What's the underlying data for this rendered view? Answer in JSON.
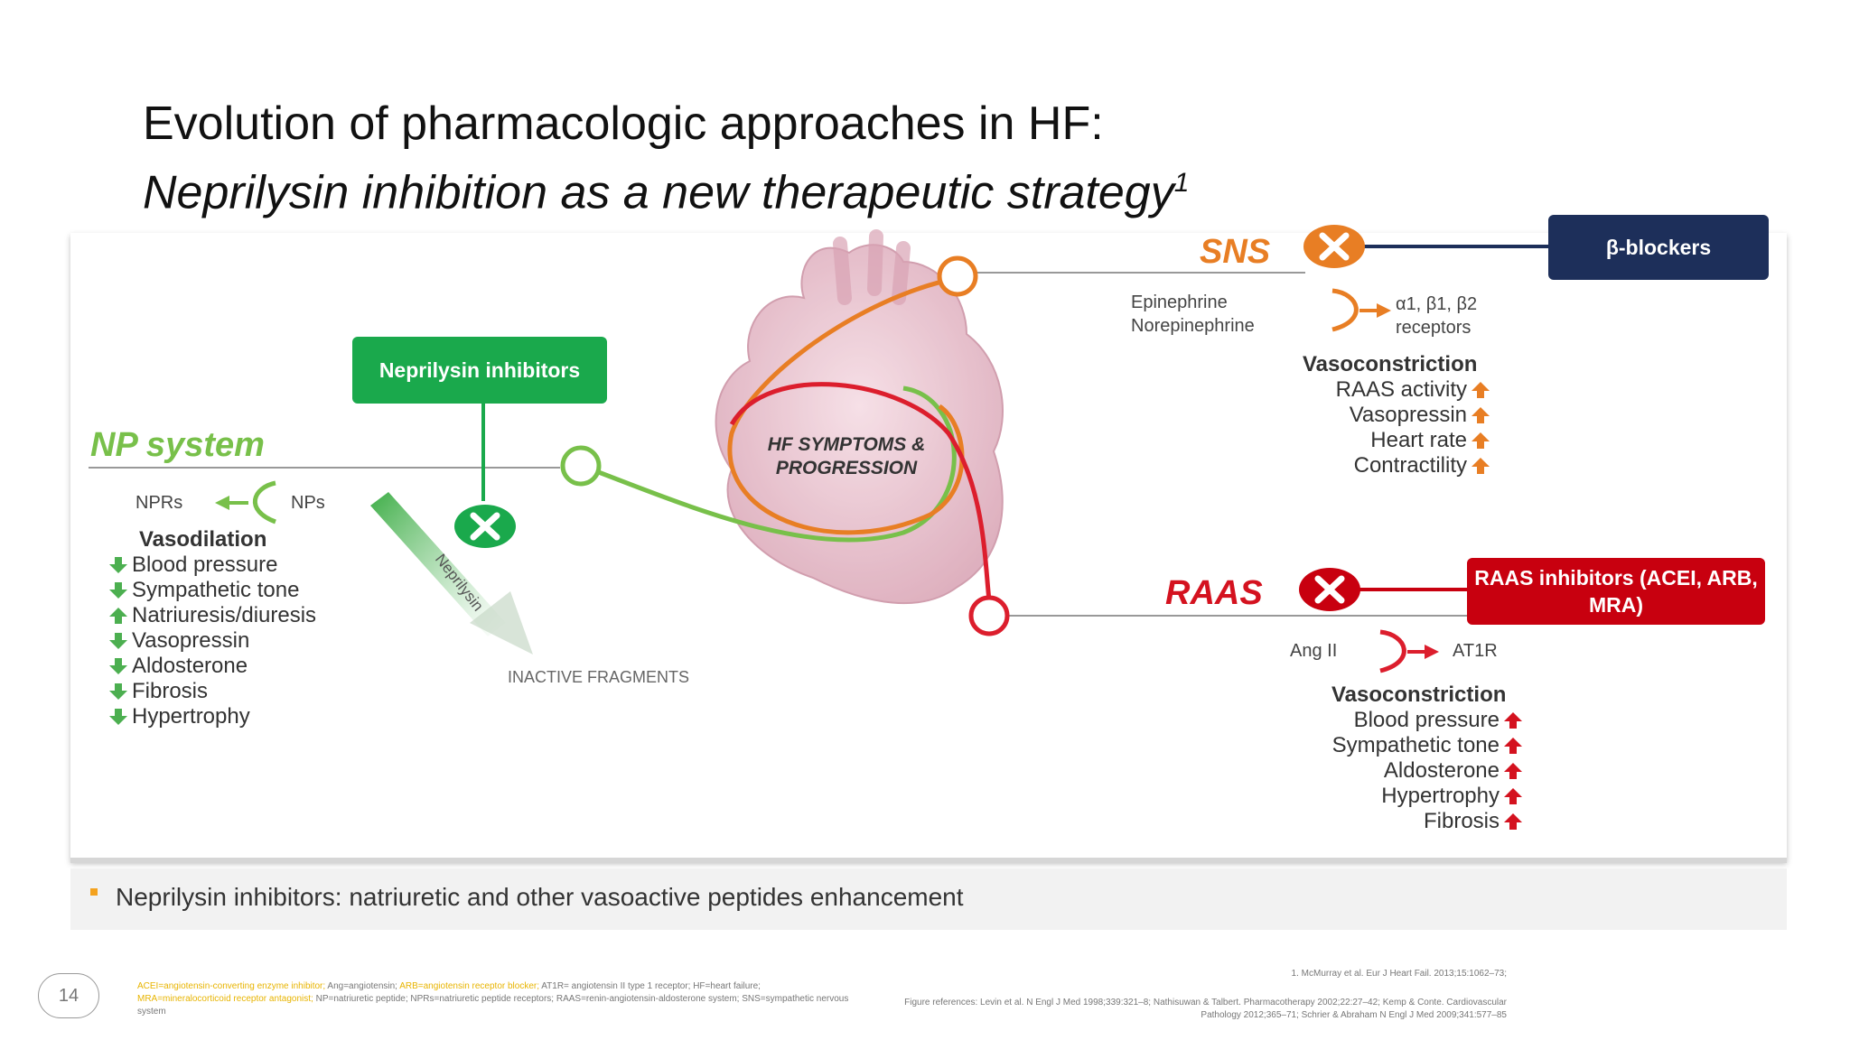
{
  "slide": {
    "title_line1": "Evolution of pharmacologic approaches in HF:",
    "title_line2": "Neprilysin inhibition as a new therapeutic strategy",
    "title_sup": "1",
    "page_number": "14"
  },
  "colors": {
    "green": "#4caf50",
    "green_box": "#1aa94c",
    "orange": "#e87e24",
    "red": "#d4121f",
    "navy": "#1d2f5a",
    "raas_box": "#c8000f"
  },
  "np_system": {
    "name": "NP system",
    "npr_label": "NPRs",
    "np_label": "NPs",
    "heading": "Vasodilation",
    "effects": [
      {
        "text": "Blood pressure",
        "dir": "down"
      },
      {
        "text": "Sympathetic tone",
        "dir": "down"
      },
      {
        "text": "Natriuresis/diuresis",
        "dir": "up"
      },
      {
        "text": "Vasopressin",
        "dir": "down"
      },
      {
        "text": "Aldosterone",
        "dir": "down"
      },
      {
        "text": "Fibrosis",
        "dir": "down"
      },
      {
        "text": "Hypertrophy",
        "dir": "down"
      }
    ]
  },
  "neprilysin": {
    "box_label": "Neprilysin inhibitors",
    "enzyme_label": "Neprilysin",
    "fragments_label": "INACTIVE FRAGMENTS"
  },
  "heart": {
    "label": "HF SYMPTOMS & PROGRESSION"
  },
  "sns": {
    "name": "SNS",
    "ligands": [
      "Epinephrine",
      "Norepinephrine"
    ],
    "receptor_line1": "α1, β1, β2",
    "receptor_line2": "receptors",
    "blocker": "β-blockers",
    "heading": "Vasoconstriction",
    "effects": [
      {
        "text": "RAAS activity",
        "dir": "up"
      },
      {
        "text": "Vasopressin",
        "dir": "up"
      },
      {
        "text": "Heart rate",
        "dir": "up"
      },
      {
        "text": "Contractility",
        "dir": "up"
      }
    ]
  },
  "raas": {
    "name": "RAAS",
    "ligand": "Ang II",
    "receptor": "AT1R",
    "blocker": "RAAS inhibitors (ACEI, ARB, MRA)",
    "heading": "Vasoconstriction",
    "effects": [
      {
        "text": "Blood pressure",
        "dir": "up"
      },
      {
        "text": "Sympathetic tone",
        "dir": "up"
      },
      {
        "text": "Aldosterone",
        "dir": "up"
      },
      {
        "text": "Hypertrophy",
        "dir": "up"
      },
      {
        "text": "Fibrosis",
        "dir": "up"
      }
    ]
  },
  "bullet": "Neprilysin inhibitors: natriuretic and other vasoactive peptides enhancement",
  "footnotes": {
    "abbrev_y1": "ACEI=angiotensin-converting enzyme inhibitor;",
    "abbrev_t1": " Ang=angiotensin;",
    "abbrev_y2": " ARB=angiotensin receptor blocker;",
    "abbrev_t2": " AT1R= angiotensin II type 1 receptor; HF=heart failure;",
    "abbrev_y3": " MRA=mineralocorticoid receptor antagonist;",
    "abbrev_t3": " NP=natriuretic peptide; NPRs=natriuretic peptide receptors; RAAS=renin-angiotensin-aldosterone system; SNS=sympathetic nervous system",
    "ref1": "1. McMurray et al. Eur J Heart Fail. 2013;15:1062–73;",
    "figure_refs": "Figure references: Levin et al. N Engl J Med 1998;339:321–8; Nathisuwan & Talbert. Pharmacotherapy 2002;22:27–42; Kemp & Conte. Cardiovascular Pathology 2012;365–71; Schrier & Abraham N Engl J Med 2009;341:577–85"
  }
}
